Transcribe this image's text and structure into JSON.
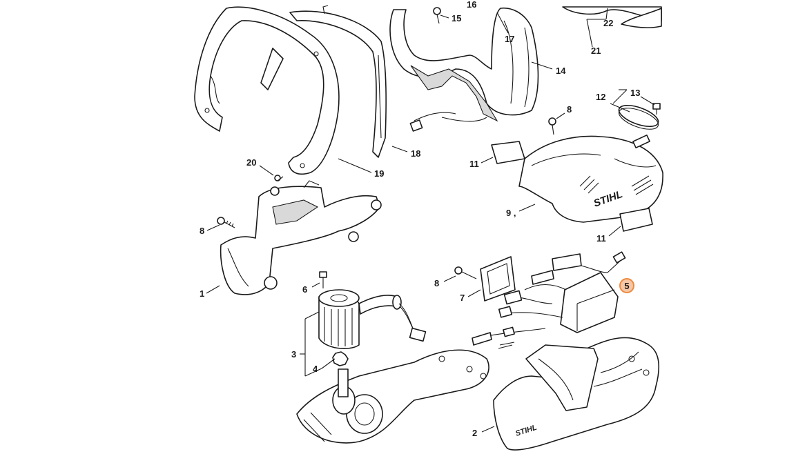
{
  "diagram": {
    "brand_logo": "STIHL",
    "highlight_color": "#ec8a3f",
    "callouts": {
      "c1": "1",
      "c2": "2",
      "c3": "3",
      "c4": "4",
      "c5": "5",
      "c6": "6",
      "c7": "7",
      "c8a": "8",
      "c8b": "8",
      "c8c": "8",
      "c9": "9 ,",
      "c11a": "11",
      "c11b": "11",
      "c12": "12",
      "c13": "13",
      "c14": "14",
      "c15": "15",
      "c16": "16",
      "c17": "17",
      "c18": "18",
      "c19": "19",
      "c20": "20",
      "c21": "21",
      "c22": "22"
    },
    "highlighted_part": "5"
  }
}
